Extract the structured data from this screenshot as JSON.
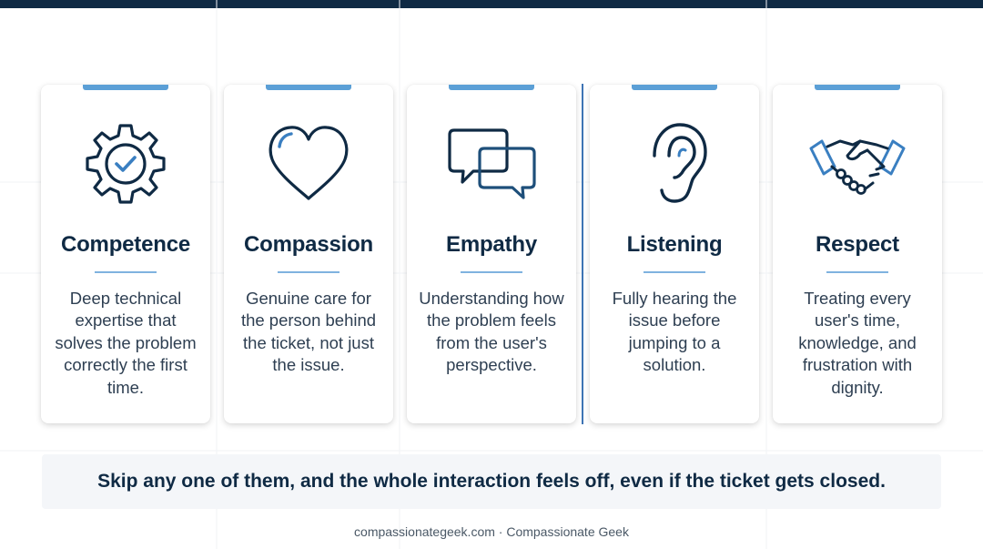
{
  "cards": [
    {
      "title": "Competence",
      "description": "Deep technical expertise that solves the problem correctly the first time.",
      "icon": "gear-check-icon"
    },
    {
      "title": "Compassion",
      "description": "Genuine care for the person behind the ticket, not just the issue.",
      "icon": "heart-icon"
    },
    {
      "title": "Empathy",
      "description": "Understanding how the problem feels from the user's perspective.",
      "icon": "speech-bubbles-icon"
    },
    {
      "title": "Listening",
      "description": "Fully hearing the issue before jumping to a solution.",
      "icon": "ear-icon"
    },
    {
      "title": "Respect",
      "description": "Treating every user's time, knowledge, and frustration with dignity.",
      "icon": "handshake-icon"
    }
  ],
  "banner": "Skip any one of them, and the whole interaction feels off, even if the ticket gets closed.",
  "footer": "compassionategeek.com · Compassionate Geek",
  "colors": {
    "navy": "#0f2a44",
    "accent": "#5b9fd6",
    "divider": "#3e74b4",
    "text": "#2e3f52"
  }
}
